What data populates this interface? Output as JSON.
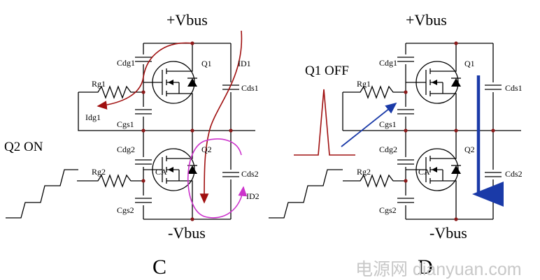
{
  "left": {
    "vbus_pos": "+Vbus",
    "vbus_neg": "-Vbus",
    "state": "Q2 ON",
    "caption": "C",
    "q1": "Q1",
    "q2": "Q2",
    "cdg1": "Cdg1",
    "cgs1": "Cgs1",
    "rg1": "Rg1",
    "idg1": "Idg1",
    "cds1": "Cds1",
    "id1": "ID1",
    "cdg2": "Cdg2",
    "cgs2": "Cgs2",
    "rg2": "Rg2",
    "cds2": "Cds2",
    "id2": "ID2",
    "ca": "CA"
  },
  "right": {
    "vbus_pos": "+Vbus",
    "vbus_neg": "-Vbus",
    "state": "Q1 OFF",
    "caption": "D",
    "q1": "Q1",
    "q2": "Q2",
    "cdg1": "Cdg1",
    "cgs1": "Cgs1",
    "rg1": "Rg1",
    "cds1": "Cds1",
    "cdg2": "Cdg2",
    "cgs2": "Cgs2",
    "rg2": "Rg2",
    "cds2": "Cds2",
    "ca": "CA"
  },
  "watermark": "电源网 dianyuan.com",
  "colors": {
    "wire": "#000000",
    "node": "#8b1a1a",
    "idg_arrow": "#a01010",
    "id2_loop": "#cc33cc",
    "pulse": "#a01010",
    "coupling": "#1a3aa8"
  }
}
